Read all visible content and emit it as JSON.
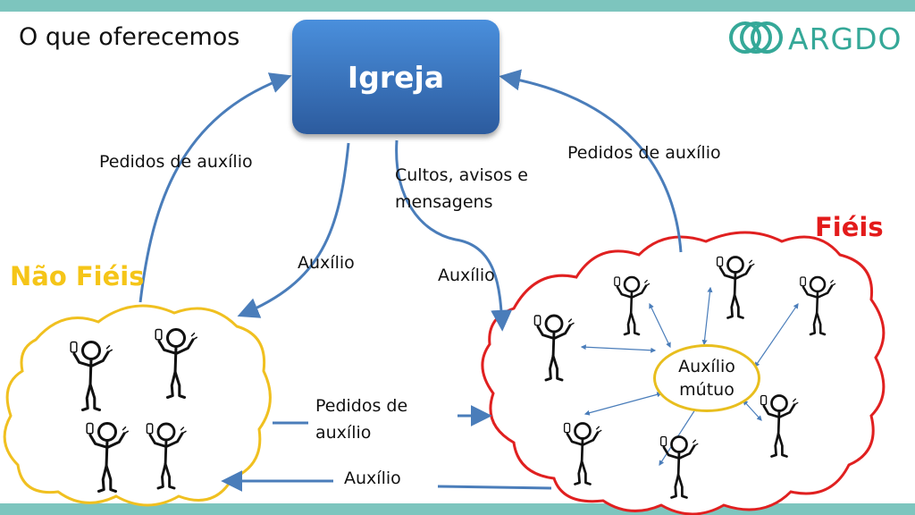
{
  "slide": {
    "title": "O que oferecemos",
    "logo": "ARGDO"
  },
  "nodes": {
    "church": "Igreja",
    "non_faithful": "Não Fiéis",
    "faithful": "Fiéis",
    "mutual_aid_line1": "Auxílio",
    "mutual_aid_line2": "mútuo"
  },
  "edges": {
    "non_faithful_to_church": "Pedidos de auxílio",
    "faithful_to_church": "Pedidos de auxílio",
    "church_to_non_faithful": "Auxílio",
    "church_to_faithful_services_line1": "Cultos, avisos e",
    "church_to_faithful_services_line2": "mensagens",
    "church_to_faithful_aid": "Auxílio",
    "non_faithful_to_faithful_line1": "Pedidos de",
    "non_faithful_to_faithful_line2": "auxílio",
    "faithful_to_non_faithful": "Auxílio"
  },
  "colors": {
    "top_bar": "#7dc5be",
    "accent_teal": "#35a898",
    "church_box_top": "#4a8fdc",
    "church_box_bottom": "#2c5b9e",
    "arrow": "#4a7dba",
    "non_faithful": "#f5c518",
    "non_faithful_cloud": "#f0c020",
    "faithful": "#e31b1b",
    "faithful_cloud": "#e02020"
  },
  "icons": [
    "person-with-phone-icon",
    "logo-rings-icon"
  ]
}
